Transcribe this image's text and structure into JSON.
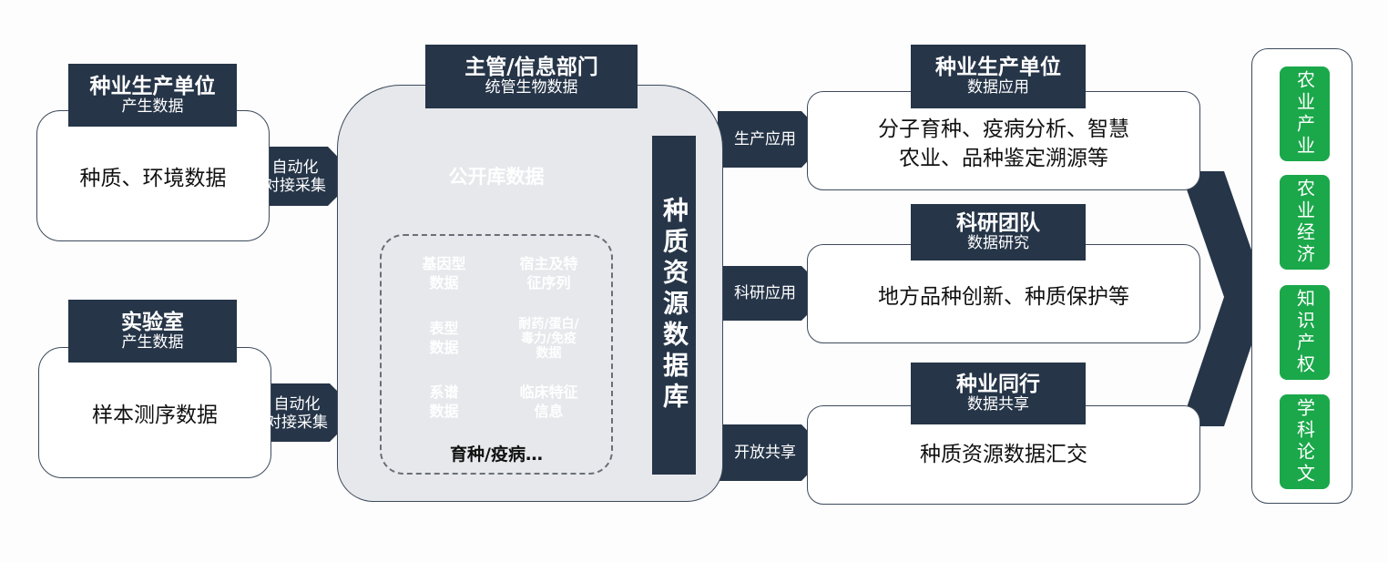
{
  "sources": [
    {
      "tag_title": "种业生产单位",
      "tag_sub": "产生数据",
      "content": "种质、环境数据",
      "arrow_label": [
        "自动化",
        "对接采集"
      ]
    },
    {
      "tag_title": "实验室",
      "tag_sub": "产生数据",
      "content": "样本测序数据",
      "arrow_label": [
        "自动化",
        "对接采集"
      ]
    }
  ],
  "center": {
    "tag_title": "主管/信息部门",
    "tag_sub": "统管生物数据",
    "public_db": "公开库数据",
    "cylinders": [
      [
        "基因型",
        "数据"
      ],
      [
        "宿主及特",
        "征序列"
      ],
      [
        "表型",
        "数据"
      ],
      [
        "耐药/蛋白/",
        "毒力/免疫",
        "数据"
      ],
      [
        "系谱",
        "数据"
      ],
      [
        "临床特征",
        "信息"
      ]
    ],
    "group_label": "育种/疫病…",
    "database_label": "种质资源数据库"
  },
  "outputs": [
    {
      "arrow_label": "生产应用",
      "tag_title": "种业生产单位",
      "tag_sub": "数据应用",
      "content": [
        "分子育种、疫病分析、智慧",
        "农业、品种鉴定溯源等"
      ]
    },
    {
      "arrow_label": "科研应用",
      "tag_title": "科研团队",
      "tag_sub": "数据研究",
      "content": [
        "地方品种创新、种质保护等"
      ]
    },
    {
      "arrow_label": "开放共享",
      "tag_title": "种业同行",
      "tag_sub": "数据共享",
      "content": [
        "种质资源数据汇交"
      ]
    }
  ],
  "results": [
    "农业产业",
    "农业经济",
    "知识产权",
    "学科论文"
  ],
  "colors": {
    "dark": "#263548",
    "gold": "#ffc000",
    "gold_dark": "#e4a800",
    "green": "#1aa84a",
    "panel": "#e6e8ec"
  }
}
